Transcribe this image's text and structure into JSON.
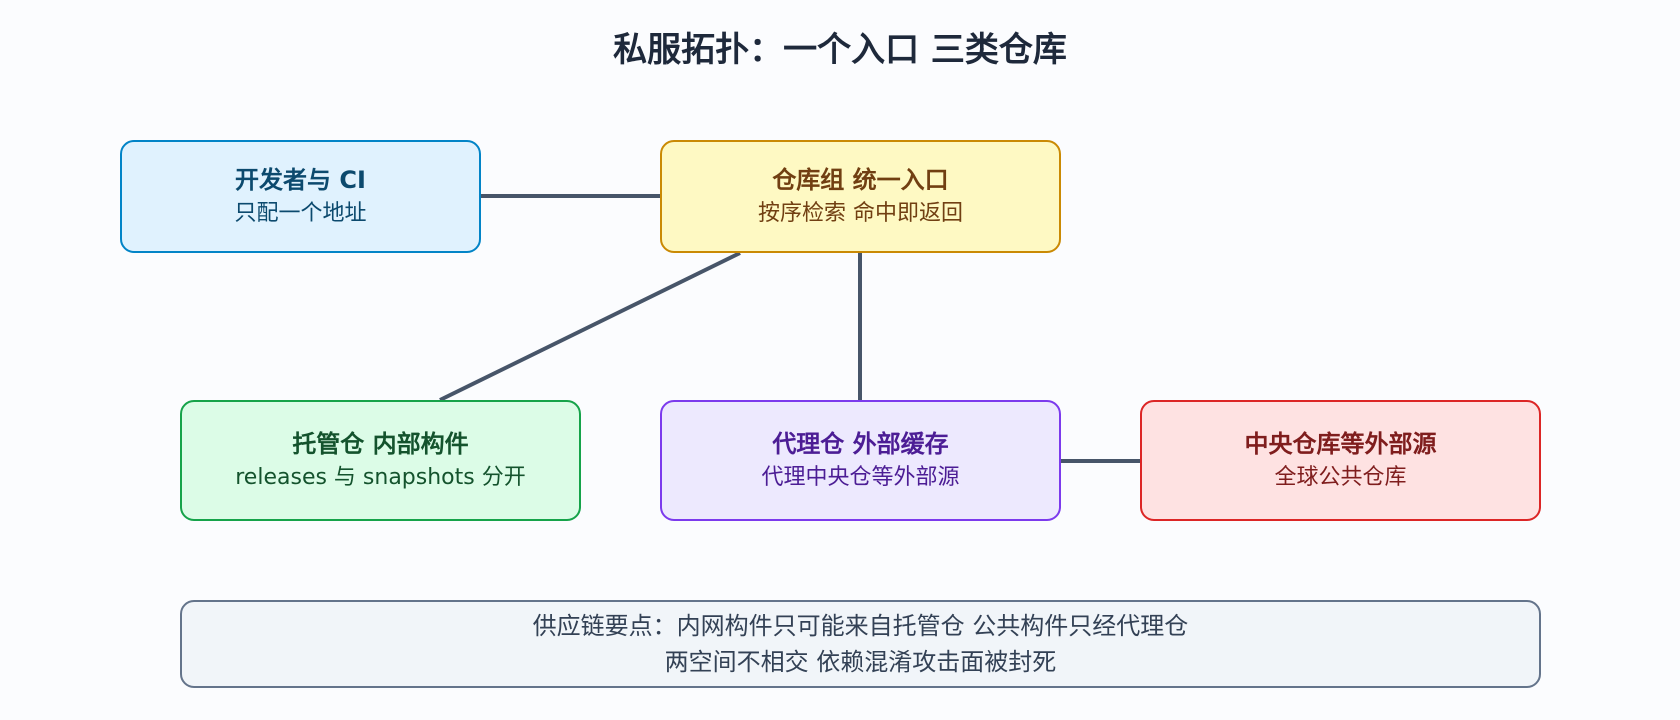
{
  "title": "私服拓扑：一个入口 三类仓库",
  "nodes": {
    "developers": {
      "title": "开发者与 CI",
      "subtitle": "只配一个地址"
    },
    "group": {
      "title": "仓库组 统一入口",
      "subtitle": "按序检索 命中即返回"
    },
    "hosted": {
      "title": "托管仓 内部构件",
      "subtitle": "releases 与 snapshots 分开"
    },
    "proxy": {
      "title": "代理仓 外部缓存",
      "subtitle": "代理中央仓等外部源"
    },
    "central": {
      "title": "中央仓库等外部源",
      "subtitle": "全球公共仓库"
    }
  },
  "note": {
    "line1": "供应链要点：内网构件只可能来自托管仓 公共构件只经代理仓",
    "line2": "两空间不相交 依赖混淆攻击面被封死"
  },
  "colors": {
    "edge": "#475569",
    "developers": "#0284c7",
    "group": "#ca8a04",
    "hosted": "#16a34a",
    "proxy": "#7c3aed",
    "central": "#dc2626"
  }
}
